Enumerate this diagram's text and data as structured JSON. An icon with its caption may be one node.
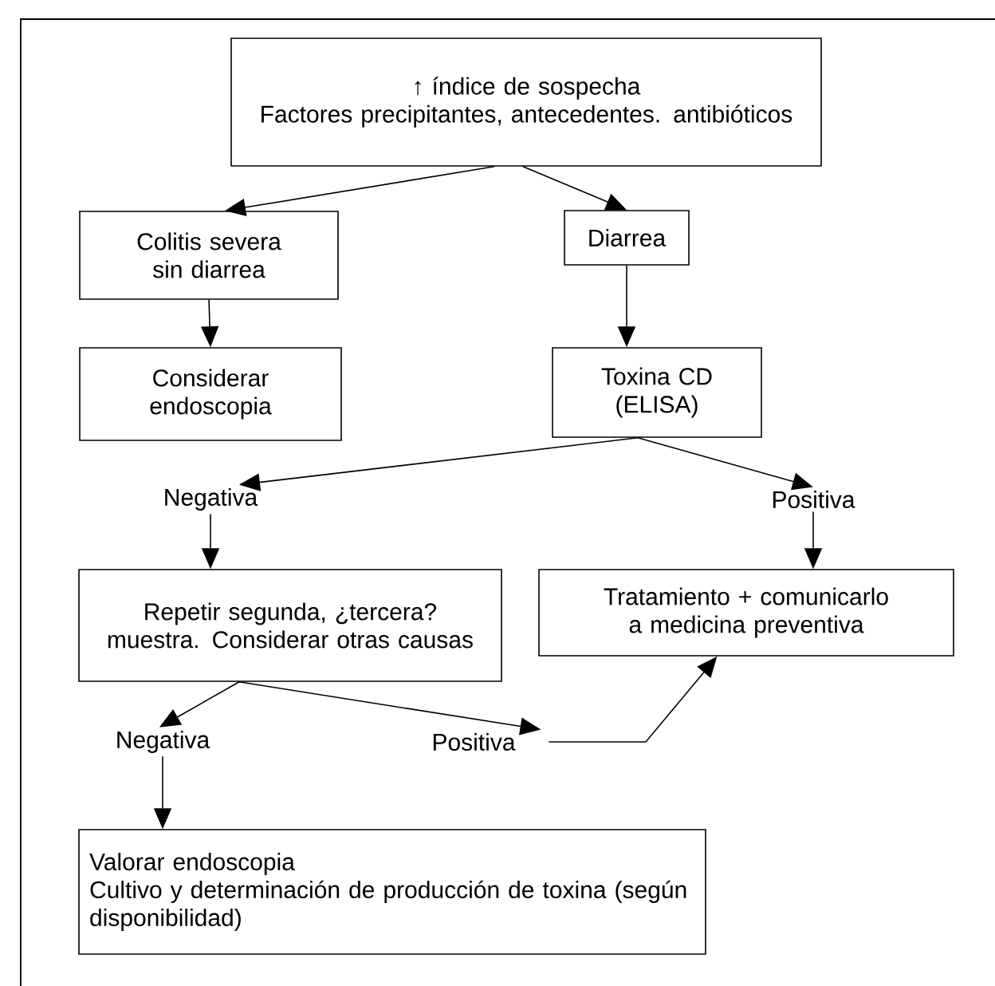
{
  "diagram": {
    "nodes": [
      {
        "text": [
          "↑ índice de sospecha",
          "Factores precipitantes, antecedentes. antibióticos"
        ]
      },
      {
        "text": [
          "Colitis severa sin diarrea"
        ]
      },
      {
        "text": [
          "Diarrea"
        ]
      },
      {
        "text": [
          "Considerar endoscopia"
        ]
      },
      {
        "text": [
          "Toxina CD (ELISA)"
        ]
      },
      {
        "text": [
          "Negativa"
        ]
      },
      {
        "text": [
          "Positiva"
        ]
      },
      {
        "text": [
          "Repetir segunda, ¿tercera? muestra. Considerar otras causas"
        ]
      },
      {
        "text": [
          "Tratamiento + comunicarlo a medicina preventiva"
        ]
      },
      {
        "text": [
          "Negativa"
        ]
      },
      {
        "text": [
          "Positiva"
        ]
      },
      {
        "text": [
          "Valorar endoscopia",
          "Cultivo y determinación de producción de toxina (según disponibilidad)"
        ]
      }
    ],
    "edges": [
      {
        "from": 0,
        "to": 1,
        "arrow": "to"
      },
      {
        "from": 0,
        "to": 2,
        "arrow": "to"
      },
      {
        "from": 1,
        "to": 3,
        "arrow": "to"
      },
      {
        "from": 2,
        "to": 4,
        "arrow": "to"
      },
      {
        "from": 4,
        "to": 5,
        "arrow": "to"
      },
      {
        "from": 4,
        "to": 6,
        "arrow": "to"
      },
      {
        "from": 5,
        "to": 7,
        "arrow": "to"
      },
      {
        "from": 6,
        "to": 8,
        "arrow": "to"
      },
      {
        "from": 7,
        "to": 9,
        "arrow": "to"
      },
      {
        "from": 7,
        "to": 10,
        "arrow": "to"
      },
      {
        "from": 10,
        "to": 8,
        "arrow": "to"
      },
      {
        "from": 9,
        "to": 11,
        "arrow": "to"
      }
    ]
  }
}
